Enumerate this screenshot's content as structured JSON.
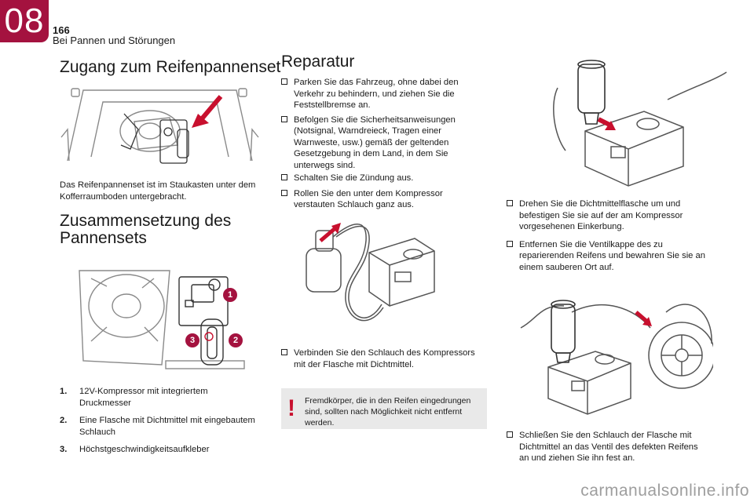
{
  "header": {
    "chapter_number": "08",
    "page_number": "166",
    "section": "Bei Pannen und Störungen"
  },
  "access": {
    "title": "Zugang zum Reifenpannenset",
    "text": "Das Reifenpannenset ist im Staukasten unter dem Kofferraumboden untergebracht."
  },
  "composition": {
    "title_line1": "Zusammensetzung des",
    "title_line2": "Pannensets",
    "callouts": [
      "1",
      "2",
      "3"
    ],
    "items": [
      {
        "num": "1.",
        "text": "12V-Kompressor mit integriertem Druckmesser"
      },
      {
        "num": "2.",
        "text": "Eine Flasche mit Dichtmittel mit eingebautem Schlauch"
      },
      {
        "num": "3.",
        "text": "Höchstgeschwindigkeitsaufkleber"
      }
    ]
  },
  "repair": {
    "title": "Reparatur",
    "steps_1": [
      "Parken Sie das Fahrzeug, ohne dabei den Verkehr zu behindern, und ziehen Sie die Feststellbremse an.",
      "Befolgen Sie die Sicherheitsanweisungen (Notsignal, Warndreieck, Tragen einer Warnweste, usw.) gemäß der geltenden Gesetzgebung in dem Land, in dem Sie unterwegs sind.",
      "Schalten Sie die Zündung aus.",
      "Rollen Sie den unter dem Kompressor verstauten Schlauch ganz aus."
    ],
    "steps_2": [
      "Verbinden Sie den Schlauch des Kompressors mit der Flasche mit Dichtmittel."
    ],
    "warning_mark": "!",
    "warning": "Fremdkörper, die in den Reifen eingedrungen sind, sollten nach Möglichkeit nicht entfernt werden.",
    "steps_3": [
      "Drehen Sie die Dichtmittelflasche um und befestigen Sie sie auf der am Kompressor vorgesehenen Einkerbung.",
      "Entfernen Sie die Ventilkappe des zu reparierenden Reifens und bewahren Sie sie an einem sauberen Ort auf."
    ],
    "steps_4": [
      "Schließen Sie den Schlauch der Flasche mit Dichtmittel an das Ventil des defekten Reifens an und ziehen Sie ihn fest an."
    ]
  },
  "watermark": "carmanualsonline.info",
  "colors": {
    "accent": "#a4123f",
    "callout": "#a4123f",
    "arrow": "#c8102e",
    "warning_bg": "#e9e9e9"
  }
}
